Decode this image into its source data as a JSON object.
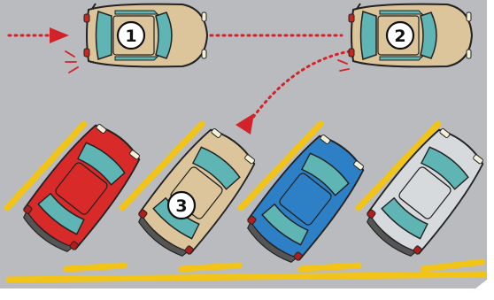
{
  "steps": [
    {
      "number": "1"
    },
    {
      "number": "2"
    },
    {
      "number": "3"
    }
  ],
  "colors": {
    "pavement": "#b9bbbe",
    "pavement_edge": "#9ea1a5",
    "parking_lines": "#f2c418",
    "path_arrow": "#d3232a",
    "car_tan": "#dcc59a",
    "car_red": "#d92a2a",
    "car_blue": "#2d7fc6",
    "car_silver": "#d6dadd",
    "glass": "#5fb4b4"
  },
  "icons": {
    "brake_lights": "brake-light-icon",
    "path": "dotted-arrow-icon"
  }
}
